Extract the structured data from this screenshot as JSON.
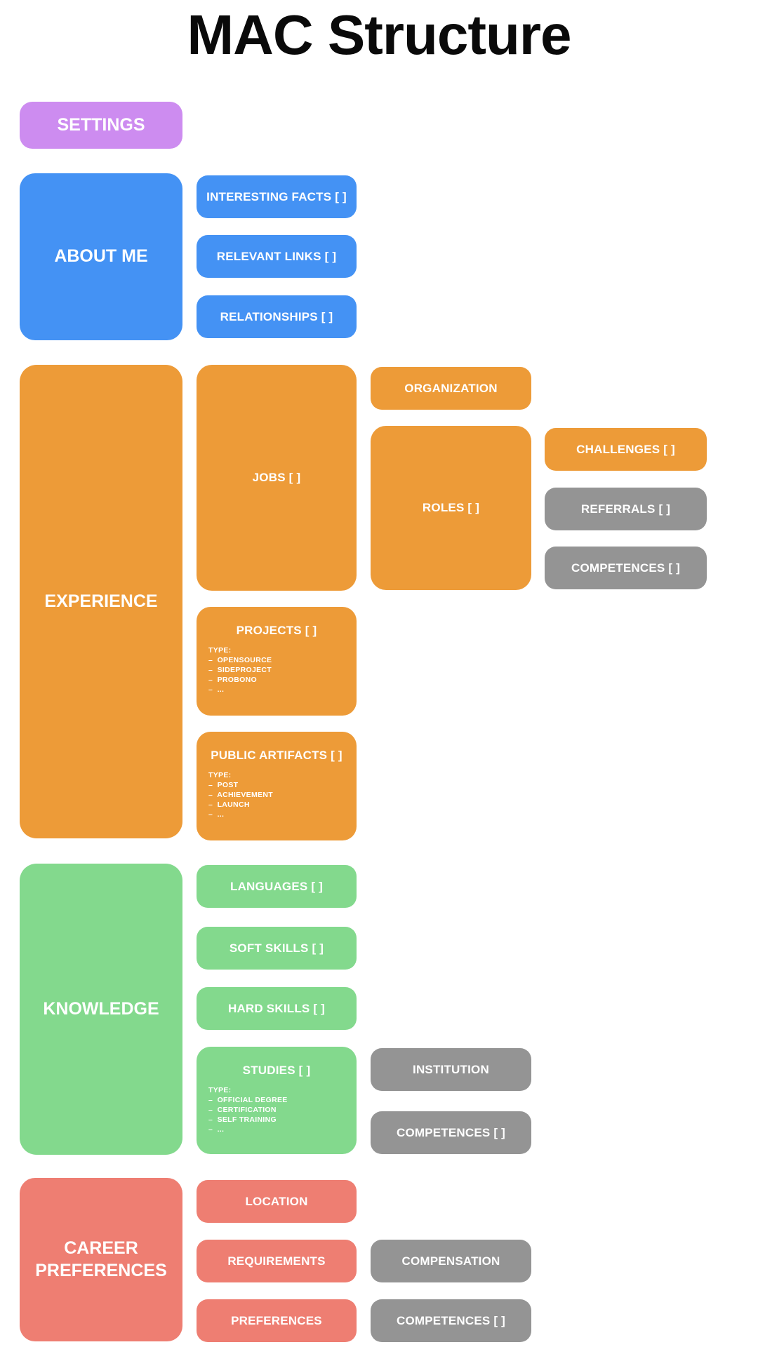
{
  "title": "MAC Structure",
  "colors": {
    "purple": "#cd8cf0",
    "blue": "#4492f4",
    "orange": "#ed9b38",
    "green": "#83d98d",
    "salmon": "#ee7e72",
    "gray": "#949494",
    "background": "#ffffff"
  },
  "settings": {
    "label": "SETTINGS"
  },
  "about": {
    "label": "ABOUT ME",
    "interesting_facts": "INTERESTING FACTS [ ]",
    "relevant_links": "RELEVANT LINKS [ ]",
    "relationships": "RELATIONSHIPS [ ]"
  },
  "experience": {
    "label": "EXPERIENCE",
    "jobs": "JOBS [ ]",
    "organization": "ORGANIZATION",
    "roles": "ROLES [ ]",
    "challenges": "CHALLENGES [ ]",
    "referrals": "REFERRALS [ ]",
    "competences": "COMPETENCES [ ]",
    "projects": {
      "label": "PROJECTS [ ]",
      "type_label": "TYPE:",
      "types": [
        "OPENSOURCE",
        "SIDEPROJECT",
        "PROBONO",
        "..."
      ]
    },
    "public_artifacts": {
      "label": "PUBLIC ARTIFACTS [ ]",
      "type_label": "TYPE:",
      "types": [
        "POST",
        "ACHIEVEMENT",
        "LAUNCH",
        "..."
      ]
    }
  },
  "knowledge": {
    "label": "KNOWLEDGE",
    "languages": "LANGUAGES [ ]",
    "soft_skills": "SOFT SKILLS [ ]",
    "hard_skills": "HARD SKILLS [ ]",
    "studies": {
      "label": "STUDIES [ ]",
      "type_label": "TYPE:",
      "types": [
        "OFFICIAL DEGREE",
        "CERTIFICATION",
        "SELF TRAINING",
        "..."
      ]
    },
    "institution": "INSTITUTION",
    "competences": "COMPETENCES [ ]"
  },
  "career": {
    "label": "CAREER PREFERENCES",
    "location": "LOCATION",
    "requirements": "REQUIREMENTS",
    "preferences": "PREFERENCES",
    "compensation": "COMPENSATION",
    "competences": "COMPETENCES [ ]"
  }
}
